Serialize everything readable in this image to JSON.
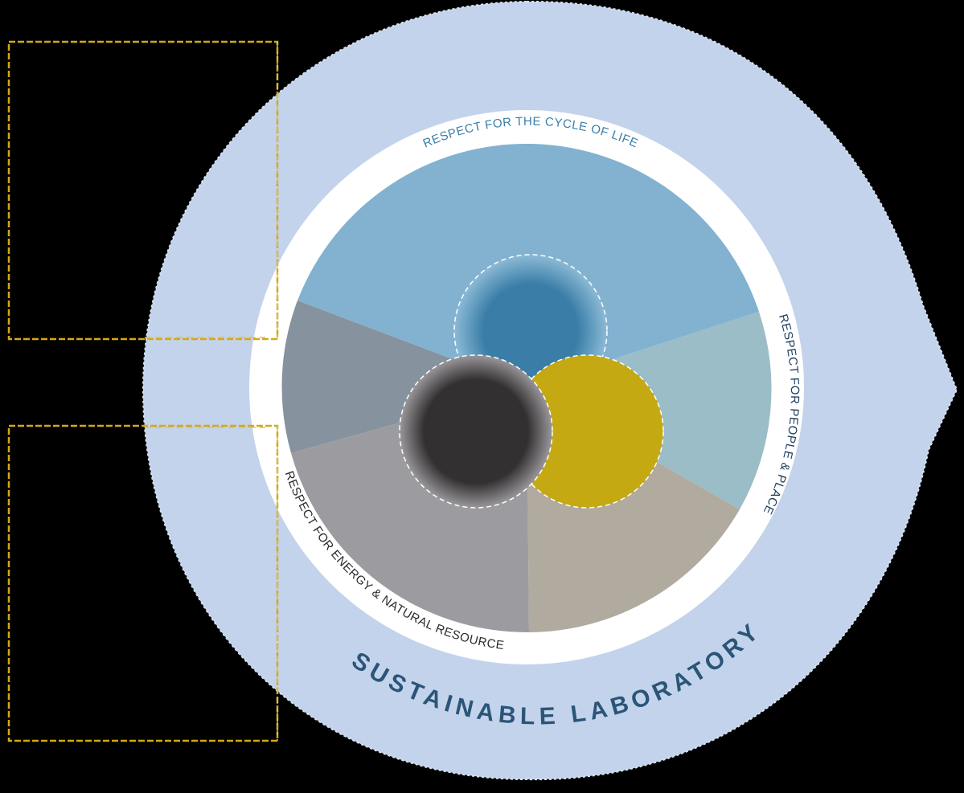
{
  "labels": {
    "top": "RESPECT FOR THE CYCLE OF LIFE",
    "right": "RESPECT FOR PEOPLE & PLACE",
    "bottom_left": "RESPECT FOR ENERGY & NATURAL RESOURCE",
    "title": "SUSTAINABLE  LABORATORY"
  },
  "colors": {
    "background": "#000000",
    "outer_shape": "#c3d3eb",
    "ring": "#ffffff",
    "sector_top": "#82b2d0",
    "sector_right": "#9abdc7",
    "sector_bottom_right": "#b0aa9f",
    "sector_bottom_left": "#9c9ca0",
    "sector_left": "#86939e",
    "circle_blue": "#3a7ea8",
    "circle_dark": "#333032",
    "circle_gold": "#c4a912",
    "frame_gold": "#d4a912",
    "label_top": "#3b7ea8",
    "label_right": "#1e3d5c",
    "label_bottom_left": "#2a2a2a",
    "title": "#2a5578"
  }
}
